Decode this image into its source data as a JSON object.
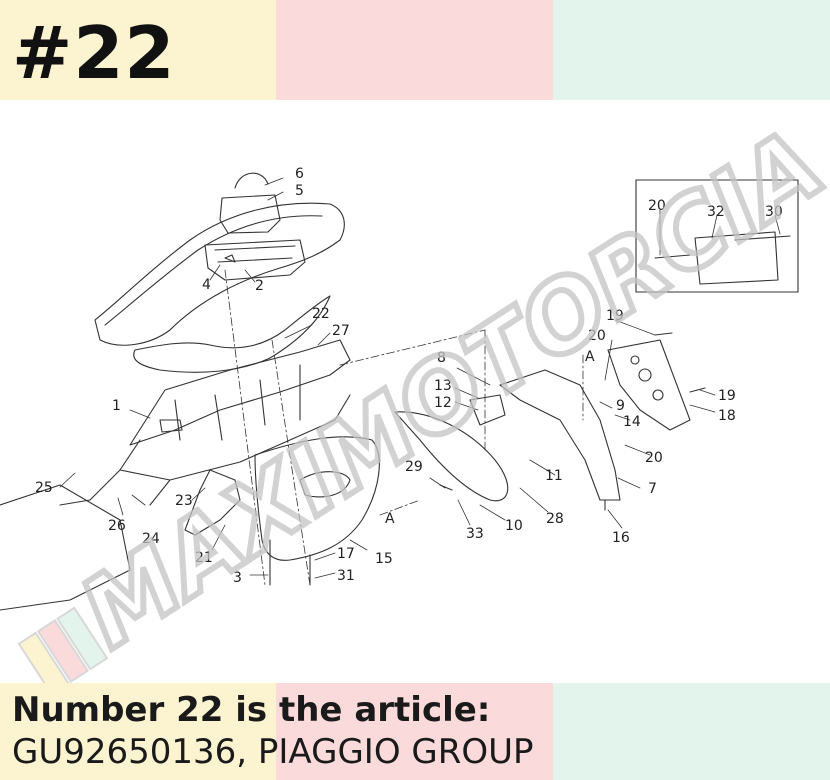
{
  "header": {
    "title": "#22"
  },
  "caption": {
    "line1": "Number 22 is the article:",
    "line2": "GU92650136, PIAGGIO GROUP"
  },
  "watermark": {
    "text": "MAXIMOTORCIA"
  },
  "colors": {
    "band_yellow": "#fcf3d1",
    "band_pink": "#fadada",
    "band_green": "#e3f4ec",
    "line": "#333333",
    "watermark": "#c8c8c8"
  },
  "diagram": {
    "callouts": [
      "1",
      "2",
      "3",
      "4",
      "5",
      "6",
      "7",
      "8",
      "9",
      "10",
      "11",
      "12",
      "13",
      "14",
      "15",
      "16",
      "17",
      "18",
      "19",
      "19",
      "20",
      "20",
      "20",
      "21",
      "22",
      "23",
      "24",
      "25",
      "26",
      "27",
      "28",
      "29",
      "30",
      "31",
      "32",
      "33"
    ],
    "section_marks": [
      "A",
      "A"
    ]
  }
}
